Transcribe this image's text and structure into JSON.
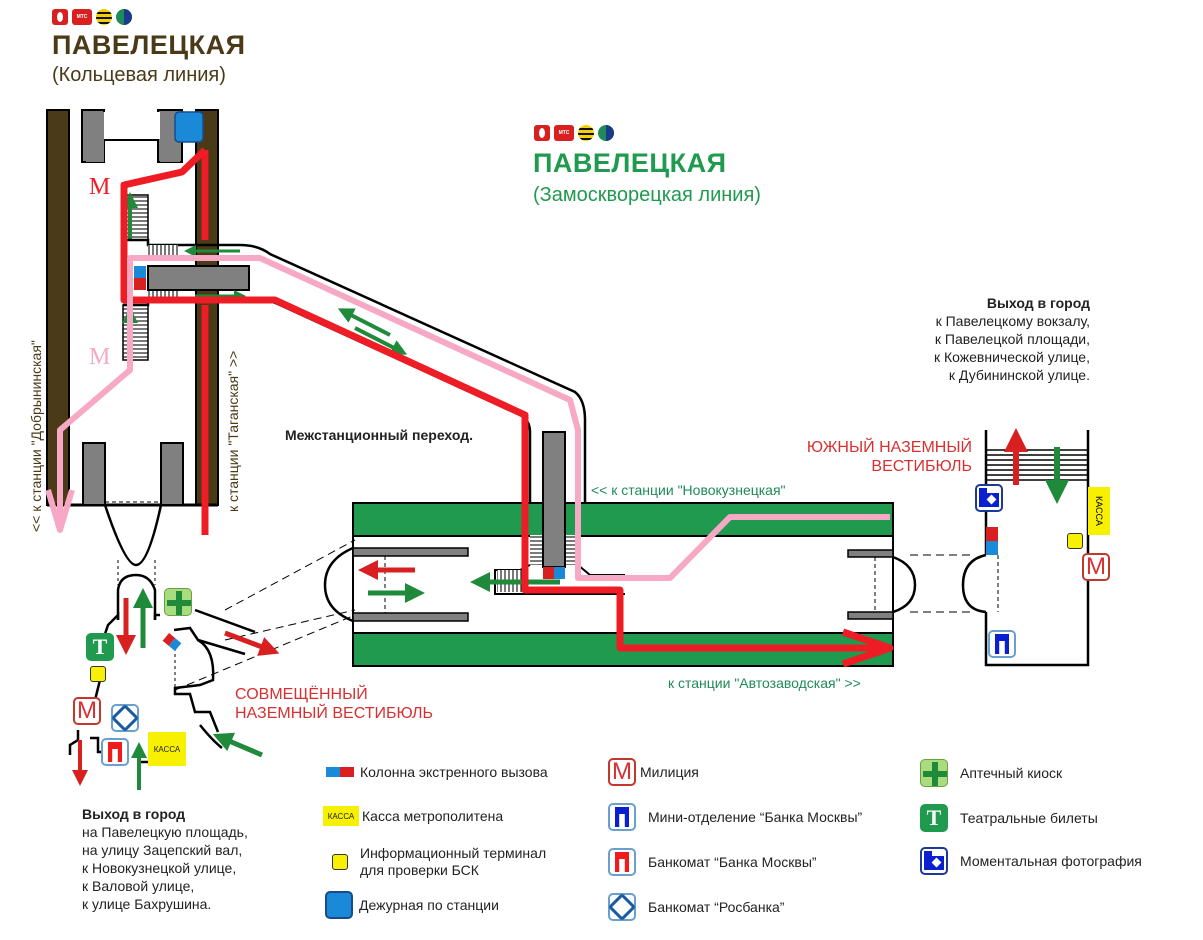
{
  "ring_station": {
    "title": "ПАВЕЛЕЦКАЯ",
    "subtitle": "(Кольцевая линия)",
    "operators": [
      "mts-red-icon",
      "mts-icon",
      "beeline-icon",
      "megafon-icon"
    ],
    "mts_label": "МТС",
    "to_left": "<< к станции \"Добрынинская\"",
    "to_right": "к станции \"Таганская\" >>",
    "police_mark_top": "М",
    "police_mark_bottom": "М",
    "color": "#4a3a17"
  },
  "zam_station": {
    "title": "ПАВЕЛЕЦКАЯ",
    "subtitle": "(Замоскворецкая линия)",
    "mts_label": "МТС",
    "to_left": "<< к станции \"Новокузнецкая\"",
    "to_right": "к станции \"Автозаводская\" >>",
    "color": "#1f9a4e"
  },
  "transfer_label": "Межстанционный переход.",
  "south_vestibule": {
    "label_line1": "ЮЖНЫЙ НАЗЕМНЫЙ",
    "label_line2": "ВЕСТИБЮЛЬ",
    "kassa": "КАССА",
    "police": "М"
  },
  "combined_vestibule": {
    "label_line1": "СОВМЕЩЁННЫЙ",
    "label_line2": "НАЗЕМНЫЙ ВЕСТИБЮЛЬ",
    "kassa": "КАССА",
    "theatre": "Т",
    "police": "М"
  },
  "exit_east": {
    "heading": "Выход в город",
    "lines": [
      "к Павелецкому вокзалу,",
      "к Павелецкой площади,",
      "к Кожевнической улице,",
      "к Дубининской улице."
    ]
  },
  "exit_west": {
    "heading": "Выход в город",
    "lines": [
      "на Павелецкую площадь,",
      "на улицу Зацепский вал,",
      "к Новокузнецкой улице,",
      "к Валовой улице,",
      "к улице Бахрушина."
    ]
  },
  "legend": [
    {
      "icon": "emergency-column-icon",
      "label": "Колонна экстренного вызова"
    },
    {
      "icon": "ticket-office-icon",
      "label": "Касса метрополитена",
      "icon_text": "КАССА"
    },
    {
      "icon": "info-terminal-icon",
      "label": "Информационный терминал\nдля проверки БСК",
      "line1": "Информационный терминал",
      "line2": "для проверки БСК"
    },
    {
      "icon": "station-duty-icon",
      "label": "Дежурная по станции"
    },
    {
      "icon": "police-icon",
      "label": "Милиция",
      "icon_text": "М"
    },
    {
      "icon": "bank-moscow-office-icon",
      "label": "Мини-отделение “Банка Москвы”"
    },
    {
      "icon": "bank-moscow-atm-icon",
      "label": "Банкомат “Банка Москвы”"
    },
    {
      "icon": "rosbank-atm-icon",
      "label": "Банкомат “Росбанка”"
    },
    {
      "icon": "pharmacy-icon",
      "label": "Аптечный киоск"
    },
    {
      "icon": "theatre-tickets-icon",
      "label": "Театральные билеты",
      "icon_text": "Т"
    },
    {
      "icon": "photo-booth-icon",
      "label": "Моментальная фотография"
    }
  ],
  "colors": {
    "ring_line": "#4a3a17",
    "zam_line": "#1f9a4e",
    "route_red": "#ee1c24",
    "route_pink": "#f7a8c4",
    "arrow_green": "#1f8a3a",
    "arrow_red": "#d82020",
    "platform_gray": "#808080"
  }
}
